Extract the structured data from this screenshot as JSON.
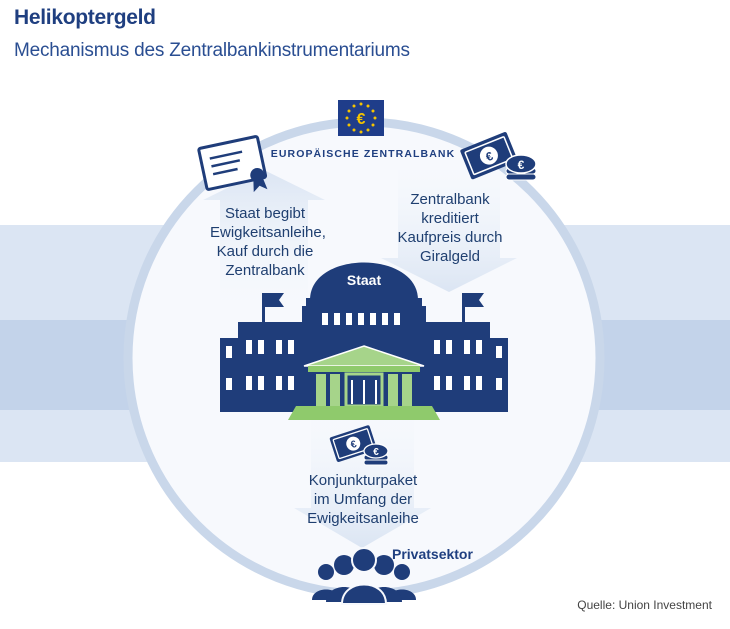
{
  "header": {
    "title": "Helikoptergeld",
    "subtitle": "Mechanismus des Zentralbankinstrumentariums"
  },
  "ecb": {
    "name": "EUROPÄISCHE ZENTRALBANK",
    "logo_symbol": "€",
    "logo_icon": "euro-flag-icon"
  },
  "flows": {
    "state_to_ecb": {
      "lines": [
        "Staat begibt",
        "Ewigkeitsanleihe,",
        "Kauf durch die",
        "Zentralbank"
      ],
      "icon": "certificate-icon"
    },
    "ecb_to_state": {
      "lines": [
        "Zentralbank",
        "kreditiert",
        "Kaufpreis durch",
        "Giralgeld"
      ],
      "icon": "money-coins-icon"
    },
    "state_to_private": {
      "lines": [
        "Konjunkturpaket",
        "im Umfang der",
        "Ewigkeitsanleihe"
      ],
      "icon": "money-coins-icon"
    }
  },
  "state": {
    "label": "Staat",
    "icon": "government-building-icon",
    "bank_icon": "bank-building-icon"
  },
  "private": {
    "label": "Privatsektor",
    "icon": "people-group-icon"
  },
  "source": "Quelle: Union Investment",
  "colors": {
    "navy": "#1f3d7a",
    "title_blue": "#1f3f80",
    "band_light": "#d3dff0",
    "band_mid": "#c0d1ea",
    "circle_fill": "#f6f9fd",
    "circle_stroke": "#c8d6ea",
    "arrow_fill": "#e2eaf6",
    "bank_green": "#7fbf5a",
    "bank_green_light": "#a8d68a"
  }
}
